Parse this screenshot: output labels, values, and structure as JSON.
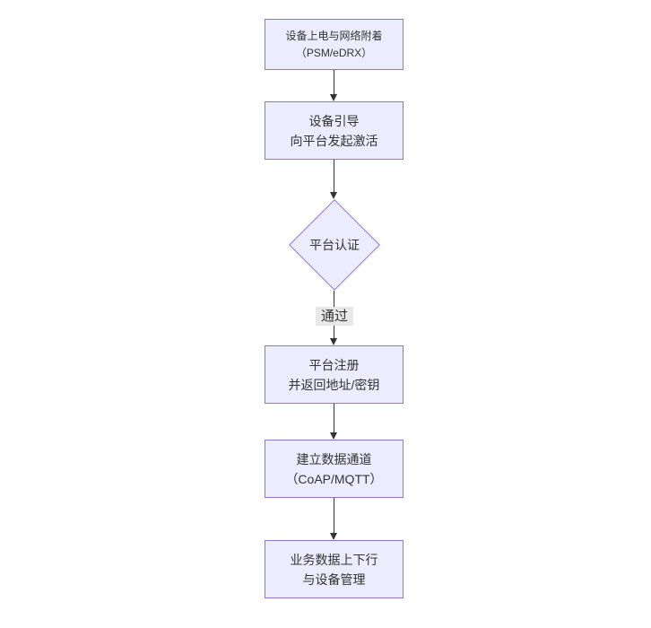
{
  "diagram": {
    "type": "flowchart-vertical",
    "colors": {
      "node_fill": "#ECECFF",
      "node_border": "#9370DB",
      "text": "#333333",
      "arrow": "#333333",
      "edge_label_bg": "#e8e8e8",
      "background": "#ffffff"
    },
    "nodes": [
      {
        "id": "power-attach",
        "type": "rect",
        "lines": [
          "设备上电与网络附着",
          "（PSM/eDRX）"
        ]
      },
      {
        "id": "bootstrap",
        "type": "rect",
        "lines": [
          "设备引导",
          "向平台发起激活"
        ]
      },
      {
        "id": "platform-auth",
        "type": "diamond",
        "lines": [
          "平台认证"
        ]
      },
      {
        "id": "register",
        "type": "rect",
        "lines": [
          "平台注册",
          "并返回地址/密钥"
        ]
      },
      {
        "id": "data-channel",
        "type": "rect",
        "lines": [
          "建立数据通道",
          "（CoAP/MQTT）"
        ]
      },
      {
        "id": "business",
        "type": "rect",
        "lines": [
          "业务数据上下行",
          "与设备管理"
        ]
      }
    ],
    "edges": [
      {
        "from": "power-attach",
        "to": "bootstrap",
        "label": ""
      },
      {
        "from": "bootstrap",
        "to": "platform-auth",
        "label": ""
      },
      {
        "from": "platform-auth",
        "to": "register",
        "label": "通过"
      },
      {
        "from": "register",
        "to": "data-channel",
        "label": ""
      },
      {
        "from": "data-channel",
        "to": "business",
        "label": ""
      }
    ]
  }
}
